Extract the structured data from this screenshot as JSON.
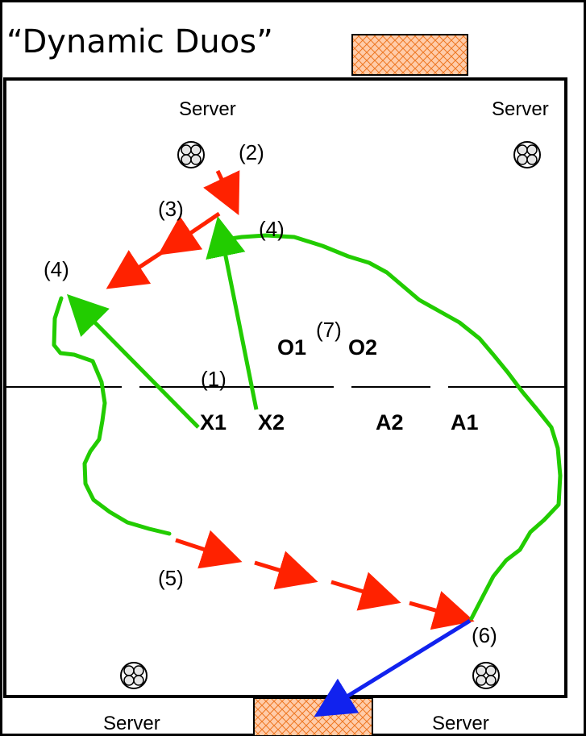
{
  "title": "“Dynamic  Duos”",
  "colors": {
    "pass_arrow": "#ff2200",
    "run_path": "#22cc00",
    "final_pass": "#1122ee",
    "target_fill": "#ffccaa",
    "target_hatch": "#ee7722"
  },
  "servers": {
    "top_left": "Server",
    "top_right": "Server",
    "bottom_left": "Server",
    "bottom_right": "Server"
  },
  "steps": {
    "s1": "(1)",
    "s2": "(2)",
    "s3": "(3)",
    "s4_left": "(4)",
    "s4_right": "(4)",
    "s5": "(5)",
    "s6": "(6)",
    "s7": "(7)"
  },
  "players": {
    "x1": "X1",
    "x2": "X2",
    "a2": "A2",
    "a1": "A1",
    "o1": "O1",
    "o2": "O2"
  },
  "icons": {
    "ball": "ball-icon",
    "goal": "goal-target-icon"
  }
}
